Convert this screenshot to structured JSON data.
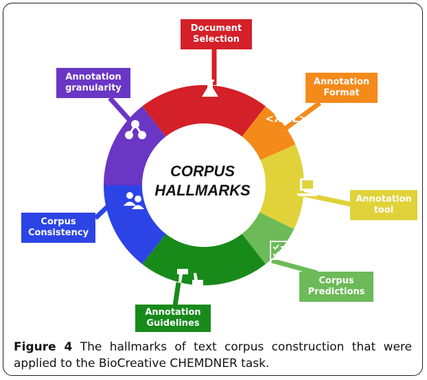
{
  "center": {
    "title": "CORPUS\nHALLMARKS"
  },
  "segments": [
    {
      "label": "Document\nSelection",
      "color": "#d42028",
      "icon": "flask-icon"
    },
    {
      "label": "Annotation\nFormat",
      "color": "#f48a1a",
      "icon": "xml-tag-icon",
      "icon_text": "<XML>"
    },
    {
      "label": "Annotation\ntool",
      "color": "#e0d238",
      "icon": "computer-icon"
    },
    {
      "label": "Corpus\nPredictions",
      "color": "#6cba58",
      "icon": "checklist-icon"
    },
    {
      "label": "Annotation\nGuidelines",
      "color": "#188a1a",
      "icon": "thumbs-icon"
    },
    {
      "label": "Corpus\nConsistency",
      "color": "#2c44e6",
      "icon": "users-icon"
    },
    {
      "label": "Annotation\ngranularity",
      "color": "#6a36c4",
      "icon": "network-icon"
    }
  ],
  "caption": {
    "figure_label": "Figure 4",
    "text": " The hallmarks of text corpus construction that were applied to the BioCreative CHEMDNER task."
  }
}
